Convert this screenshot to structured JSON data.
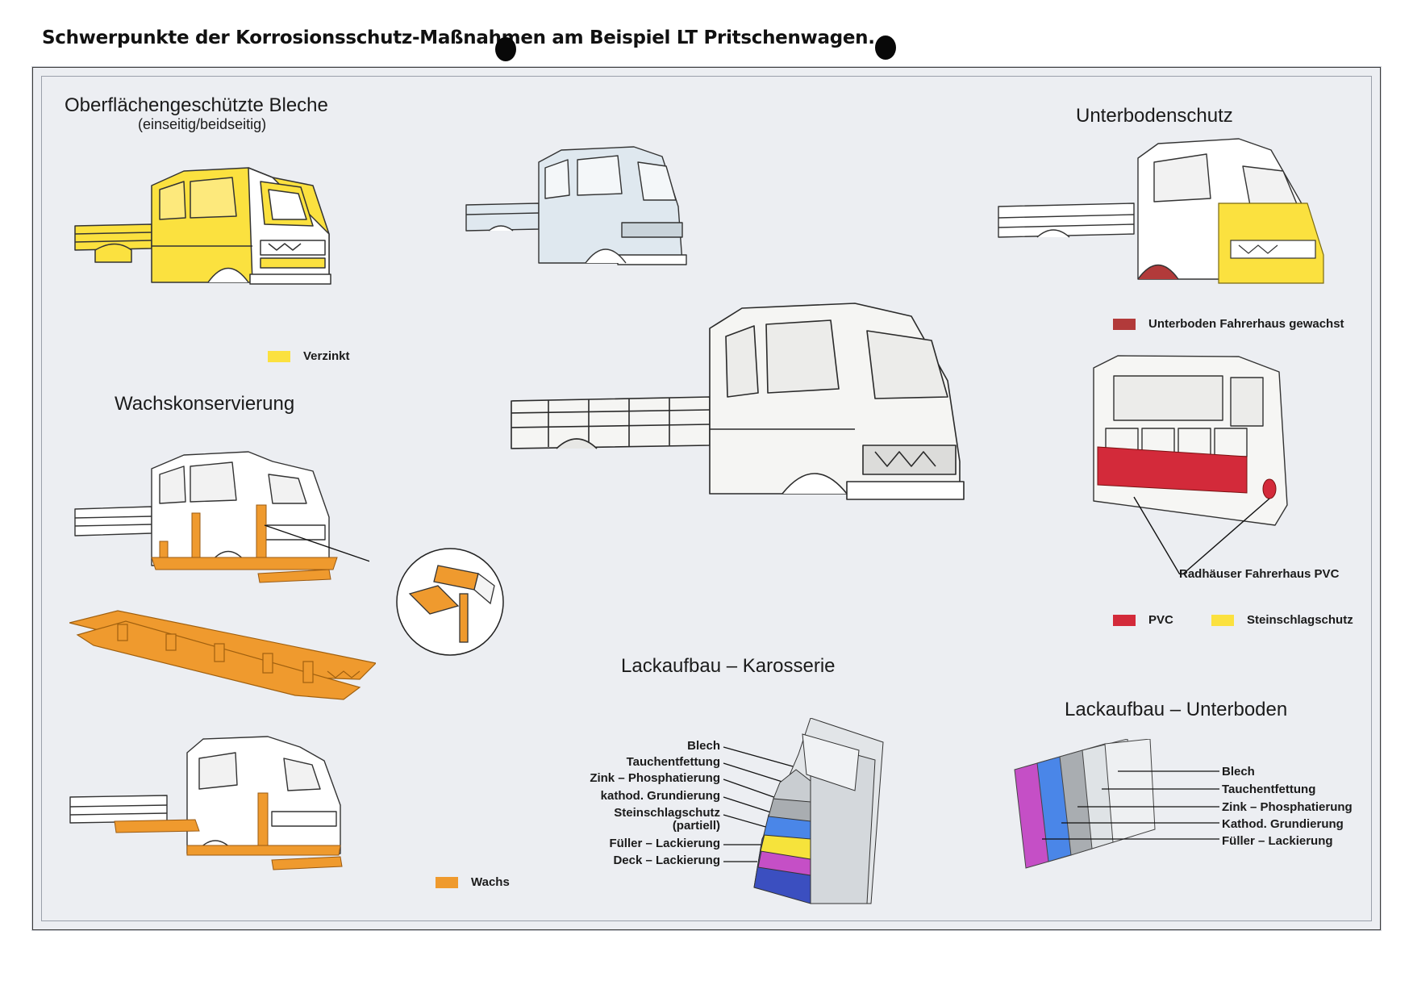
{
  "page": {
    "title": "Schwerpunkte der Korrosionsschutz-Maßnahmen am Beispiel LT Pritschenwagen."
  },
  "sections": {
    "oberflaeche": {
      "title": "Oberflächengeschützte Bleche",
      "subtitle": "(einseitig/beidseitig)",
      "legend": {
        "label": "Verzinkt",
        "color": "#fbe13f"
      }
    },
    "wachs": {
      "title": "Wachskonservierung",
      "legend": {
        "label": "Wachs",
        "color": "#ef9a2e"
      }
    },
    "unterboden": {
      "title": "Unterbodenschutz",
      "legend_wax": {
        "label": "Unterboden Fahrerhaus gewachst",
        "color": "#b23a3a"
      },
      "callout": "Radhäuser Fahrerhaus PVC",
      "legend_pvc": {
        "label": "PVC",
        "color": "#d32a3a"
      },
      "legend_stone": {
        "label": "Steinschlagschutz",
        "color": "#fbe13f"
      }
    },
    "lack_karosserie": {
      "title": "Lackaufbau – Karosserie",
      "layers": [
        "Blech",
        "Tauchentfettung",
        "Zink – Phosphatierung",
        "kathod. Grundierung",
        "Steinschlagschutz",
        "(partiell)",
        "Füller – Lackierung",
        "Deck – Lackierung"
      ]
    },
    "lack_unterboden": {
      "title": "Lackaufbau – Unterboden",
      "layers": [
        "Blech",
        "Tauchentfettung",
        "Zink – Phosphatierung",
        "Kathod. Grundierung",
        "Füller – Lackierung"
      ]
    }
  },
  "colors": {
    "zinc": "#fbe13f",
    "wax": "#ef9a2e",
    "pvc": "#d32a3a",
    "underbody_wax": "#b23a3a",
    "cab_blue": "#dfe8ef",
    "cab_white": "#f5f5f3",
    "layer_blech": "#d9dde0",
    "layer_grey": "#a9adb1",
    "layer_blue": "#4a86e8",
    "layer_yellow": "#f6e33b",
    "layer_magenta": "#c54fc6",
    "layer_navy": "#3b4fc0"
  }
}
